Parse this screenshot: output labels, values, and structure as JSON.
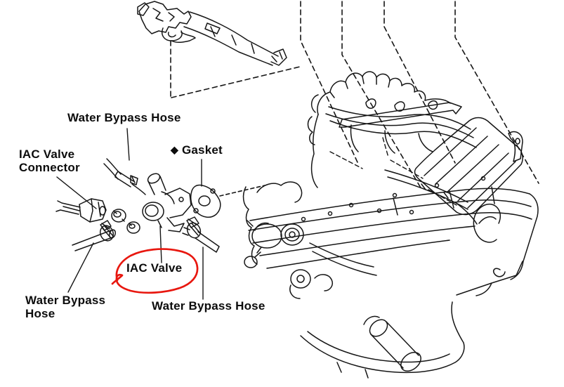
{
  "labels": {
    "water_bypass_hose_top": "Water Bypass Hose",
    "iac_valve_connector_line1": "IAC Valve",
    "iac_valve_connector_line2": "Connector",
    "gasket_bullet": "◆",
    "gasket": "Gasket",
    "iac_valve": "IAC Valve",
    "water_bypass_hose_bottom_center": "Water Bypass Hose",
    "water_bypass_hose_bottom_left_line1": "Water Bypass",
    "water_bypass_hose_bottom_left_line2": "Hose"
  },
  "annotation": {
    "highlight_color": "#e8170f",
    "highlighted_label": "IAC Valve",
    "shape": "hand-drawn-loop"
  },
  "colors": {
    "background": "#ffffff",
    "line_art": "#161616",
    "text": "#0c0c0c"
  }
}
